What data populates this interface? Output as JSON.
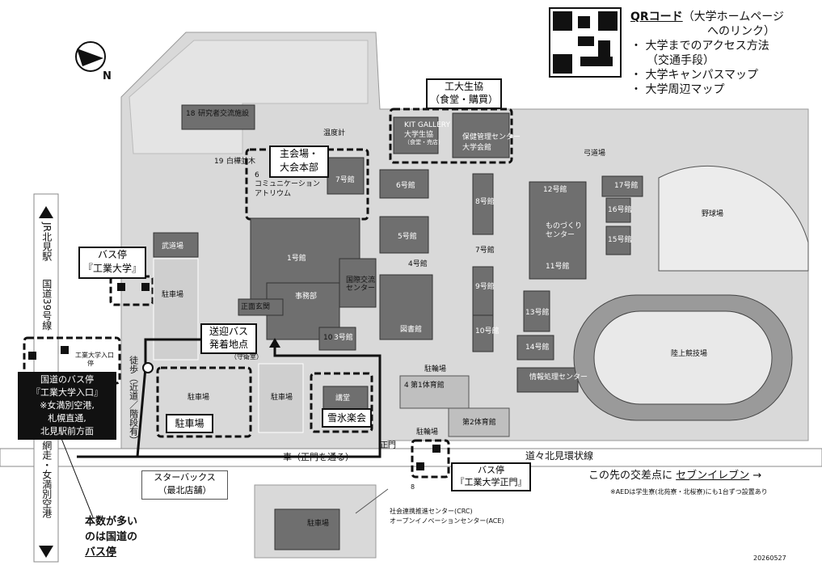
{
  "compass": {
    "north": "N"
  },
  "qr": {
    "title": "QRコード",
    "title_note_1": "（大学ホームページ",
    "title_note_2": "へのリンク）",
    "items": [
      "大学までのアクセス方法",
      "（交通手段）",
      "大学キャンパスマップ",
      "大学周辺マップ"
    ]
  },
  "jr": {
    "arrow_label": "JR北見駅"
  },
  "route39": "国道39号線",
  "route_south": "網走・女満別空港",
  "road_east": "道々北見環状線",
  "callouts": {
    "coop_1": "工大生協",
    "coop_2": "（食堂・購買）",
    "main_venue_1": "主会場・",
    "main_venue_2": "大会本部",
    "bus_stop_univ_1": "バス停",
    "bus_stop_univ_2": "『工業大学』",
    "shuttle_1": "送迎バス",
    "shuttle_2": "発着地点",
    "kokudo_busstop_1": "国道のバス停",
    "kokudo_busstop_2": "『工業大学入口』",
    "kokudo_busstop_3": "※女満別空港,",
    "kokudo_busstop_4": "札幌直通,",
    "kokudo_busstop_5": "北見駅前方面",
    "parking": "駐車場",
    "snow_ice": "雪氷楽会",
    "bus_stop_main_1": "バス停",
    "bus_stop_main_2": "『工業大学正門』",
    "starbucks_1": "スターバックス",
    "starbucks_2": "（最北店舗）",
    "frequent_1": "本数が多い",
    "frequent_2": "のは国道の",
    "frequent_3": "バス停"
  },
  "paths": {
    "walk": "徒歩（近道／階段有）",
    "car": "車（正門を通る）",
    "main_gate": "正門"
  },
  "seven": {
    "prefix": "この先の交差点に",
    "name": "セブンイレブン",
    "arrow": "→"
  },
  "aed_note": "※AEDは学生寮(北苑寮・北桜寮)にも1台ずつ設置あり",
  "buildings": {
    "b18": "研究者交流施設",
    "b18n": "18",
    "onsen": "温度計",
    "shirakaba": "白樺並木",
    "b19n": "19",
    "b6n": "6",
    "b6": "コミュニケーション",
    "b6b": "アトリウム",
    "b7": "7号館",
    "b1": "1号館",
    "kokusai_1": "国際交流",
    "kokusai_2": "センター",
    "jimubu": "事務部",
    "seimon": "正面玄関",
    "b3": "3号館",
    "b3n": "10",
    "library": "図書館",
    "b6go": "6号館",
    "b5": "5号館",
    "b4": "4号館",
    "b8": "8号館",
    "b9": "9号館",
    "b7b": "7号館",
    "b10": "10号館",
    "b12": "12号館",
    "monozukuri_1": "ものづくり",
    "monozukuri_2": "センター",
    "b11": "11号館",
    "b13": "13号館",
    "b14": "14号館",
    "b15": "15号館",
    "b16": "16号館",
    "b17": "17号館",
    "yumi": "弓道場",
    "baseball": "野球場",
    "track": "陸上競技場",
    "info": "情報処理センター",
    "kitgallery": "KIT GALLERY",
    "coop_bld": "大学生協",
    "coop_bld_2": "（食堂・売店）",
    "health": "保健管理センター",
    "hall": "大学会館",
    "budo": "武道場",
    "parking1": "駐車場",
    "parking2": "駐車場",
    "parking3": "駐車場",
    "parking4": "駐輪場",
    "parking5": "駐輪場",
    "parking6": "駐車場",
    "gym1": "第1体育館",
    "gym2": "第2体育館",
    "kodo": "講堂",
    "guard": "（守衛室）",
    "kokudo_stop_small_1": "工業大学入口",
    "kokudo_stop_small_2": "停",
    "crc_1": "社会連携推進センター(CRC)",
    "crc_2": "オープンイノベーションセンター(ACE)",
    "b8n": "8",
    "b4n": "4"
  },
  "footer_code": "20260527",
  "colors": {
    "building": "#6f6f6f",
    "ground": "#d9d9d9",
    "road": "#ffffff",
    "ink": "#111111"
  }
}
